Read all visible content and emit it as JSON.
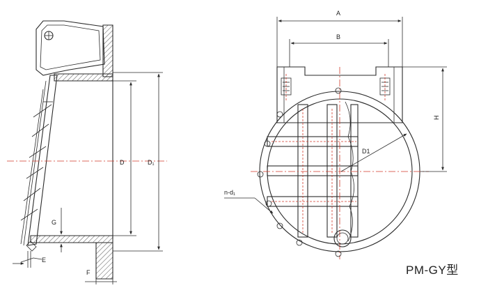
{
  "model": "PM-GY型",
  "labels": {
    "A": "A",
    "B": "B",
    "H": "H",
    "D": "D",
    "D1_side": "D₁",
    "D1_front": "D1",
    "G": "G",
    "E": "E",
    "F": "F",
    "nd1": "n-d₁"
  },
  "colors": {
    "line": "#2a2a2a",
    "centerline": "#d23a2a"
  }
}
